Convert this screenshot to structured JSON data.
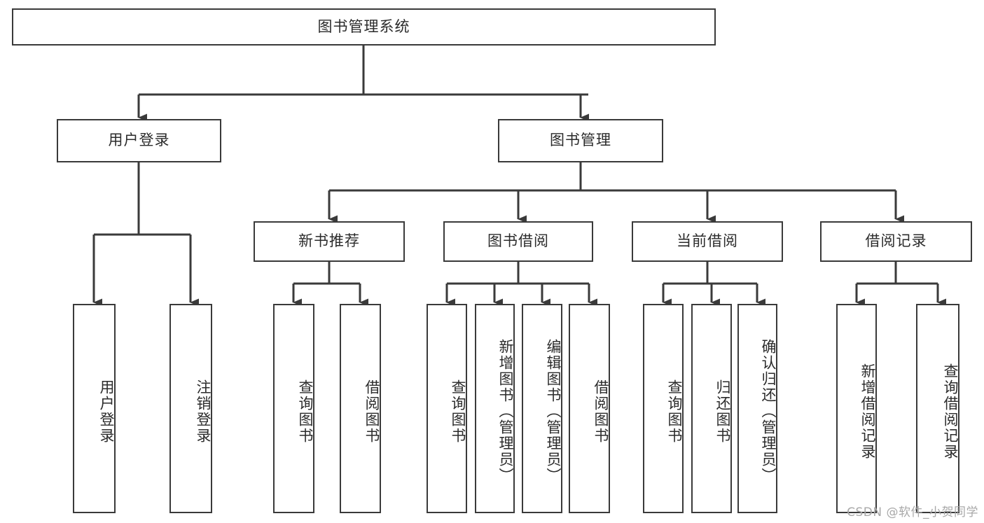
{
  "diagram": {
    "type": "tree-hierarchy",
    "title": "图书管理系统",
    "root": {
      "id": "root",
      "label": "图书管理系统"
    },
    "level2": [
      {
        "id": "user-login",
        "label": "用户登录"
      },
      {
        "id": "book-manage",
        "label": "图书管理"
      }
    ],
    "level3": [
      {
        "id": "new-book-recommend",
        "label": "新书推荐",
        "parent": "book-manage"
      },
      {
        "id": "book-borrow",
        "label": "图书借阅",
        "parent": "book-manage"
      },
      {
        "id": "current-borrow",
        "label": "当前借阅",
        "parent": "book-manage"
      },
      {
        "id": "borrow-record",
        "label": "借阅记录",
        "parent": "book-manage"
      }
    ],
    "leaves": [
      {
        "id": "leaf-user-login",
        "label": "用户登录",
        "parent": "user-login"
      },
      {
        "id": "leaf-logout-login",
        "label": "注销登录",
        "parent": "user-login"
      },
      {
        "id": "leaf-query-book-1",
        "label": "查询图书",
        "parent": "new-book-recommend"
      },
      {
        "id": "leaf-borrow-book-1",
        "label": "借阅图书",
        "parent": "new-book-recommend"
      },
      {
        "id": "leaf-query-book-2",
        "label": "查询图书",
        "parent": "book-borrow"
      },
      {
        "id": "leaf-add-book",
        "label": "新增图书（管理员）",
        "parent": "book-borrow"
      },
      {
        "id": "leaf-edit-book",
        "label": "编辑图书（管理员）",
        "parent": "book-borrow"
      },
      {
        "id": "leaf-borrow-book-2",
        "label": "借阅图书",
        "parent": "book-borrow"
      },
      {
        "id": "leaf-query-book-3",
        "label": "查询图书",
        "parent": "current-borrow"
      },
      {
        "id": "leaf-return-book",
        "label": "归还图书",
        "parent": "current-borrow"
      },
      {
        "id": "leaf-confirm-return",
        "label": "确认归还（管理员）",
        "parent": "current-borrow"
      },
      {
        "id": "leaf-add-record",
        "label": "新增借阅记录",
        "parent": "borrow-record"
      },
      {
        "id": "leaf-query-record",
        "label": "查询借阅记录",
        "parent": "borrow-record"
      }
    ],
    "colors": {
      "stroke": "#3a3a3a",
      "background": "#ffffff",
      "text": "#2b2b2b",
      "watermark": "#a8a8a8"
    }
  },
  "watermark": {
    "text": "CSDN @软件_小贺同学"
  }
}
